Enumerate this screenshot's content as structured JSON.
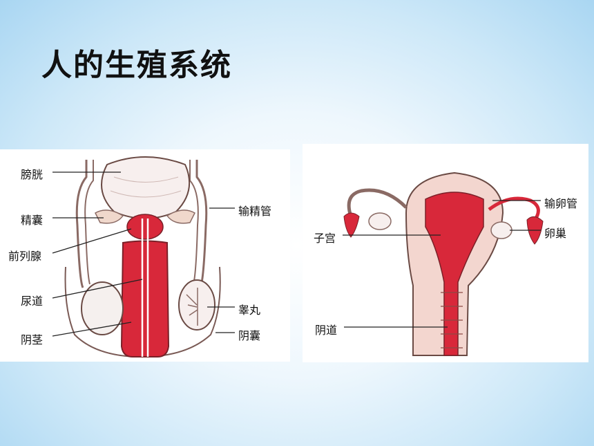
{
  "title": "人的生殖系统",
  "male": {
    "labels": {
      "bladder": "膀胱",
      "seminal_vesicle": "精囊",
      "prostate": "前列腺",
      "urethra": "尿道",
      "penis": "阴茎",
      "vas_deferens": "输精管",
      "testis": "睾丸",
      "scrotum": "阴囊"
    }
  },
  "female": {
    "labels": {
      "uterus": "子宫",
      "vagina": "阴道",
      "oviduct": "输卵管",
      "ovary": "卵巢"
    }
  },
  "colors": {
    "organ_red": "#d8283a",
    "tissue_pink": "#f3d6cf",
    "outline": "#6a4a44"
  }
}
